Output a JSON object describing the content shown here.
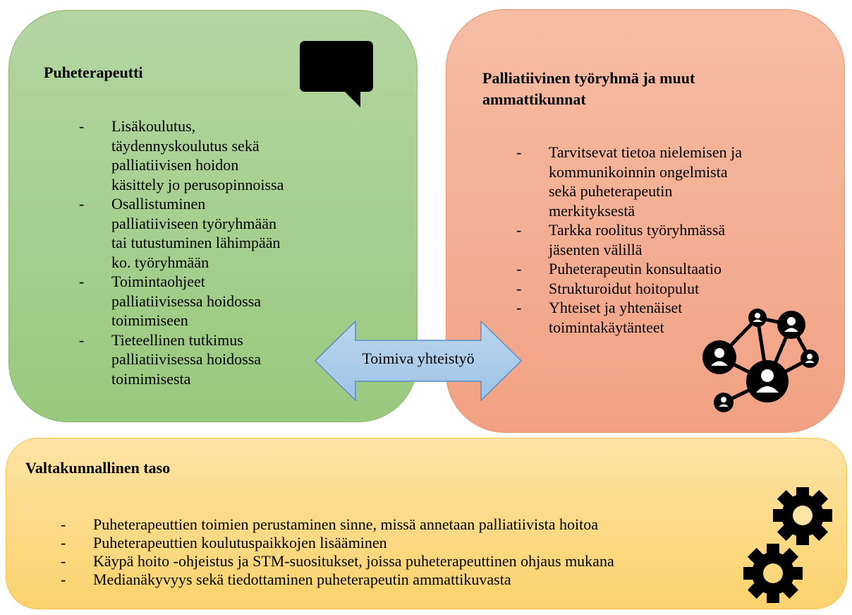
{
  "speech_therapist": {
    "title": "Puheterapeutti",
    "items": [
      "Lisäkoulutus, täydennyskoulutus sekä palliatiivisen hoidon käsittely jo perusopinnoissa",
      "Osallistuminen palliatiiviseen työryhmään tai tutustuminen lähimpään ko. työryhmään",
      "Toimintaohjeet palliatiivisessa hoidossa toimimiseen",
      "Tieteellinen tutkimus palliatiivisessa hoidossa toimimisesta"
    ],
    "icon": "speech-bubble-icon",
    "color": "#a9d18e"
  },
  "palliative_team": {
    "title_line1": "Palliatiivinen työryhmä ja muut",
    "title_line2": "ammattikunnat",
    "items": [
      "Tarvitsevat tietoa nielemisen ja kommunikoinnin ongelmista sekä puheterapeutin merkityksestä",
      "Tarkka roolitus työryhmässä jäsenten välillä",
      "Puheterapeutin konsultaatio",
      "Strukturoidut hoitopulut",
      "Yhteiset ja yhtenäiset toimintakäytänteet"
    ],
    "icon": "network-people-icon",
    "color": "#f4b183"
  },
  "national_level": {
    "title": "Valtakunnallinen taso",
    "items": [
      "Puheterapeuttien toimien perustaminen sinne, missä annetaan palliatiivista hoitoa",
      "Puheterapeuttien koulutuspaikkojen lisääminen",
      "Käypä hoito -ohjeistus ja STM-suositukset, joissa puheterapeuttinen ohjaus mukana",
      "Medianäkyvyys sekä tiedottaminen puheterapeutin ammattikuvasta"
    ],
    "icon": "gears-icon",
    "color": "#ffd966"
  },
  "connector": {
    "label": "Toimiva yhteistyö",
    "icon": "double-arrow-icon",
    "color": "#9dc3e6"
  }
}
